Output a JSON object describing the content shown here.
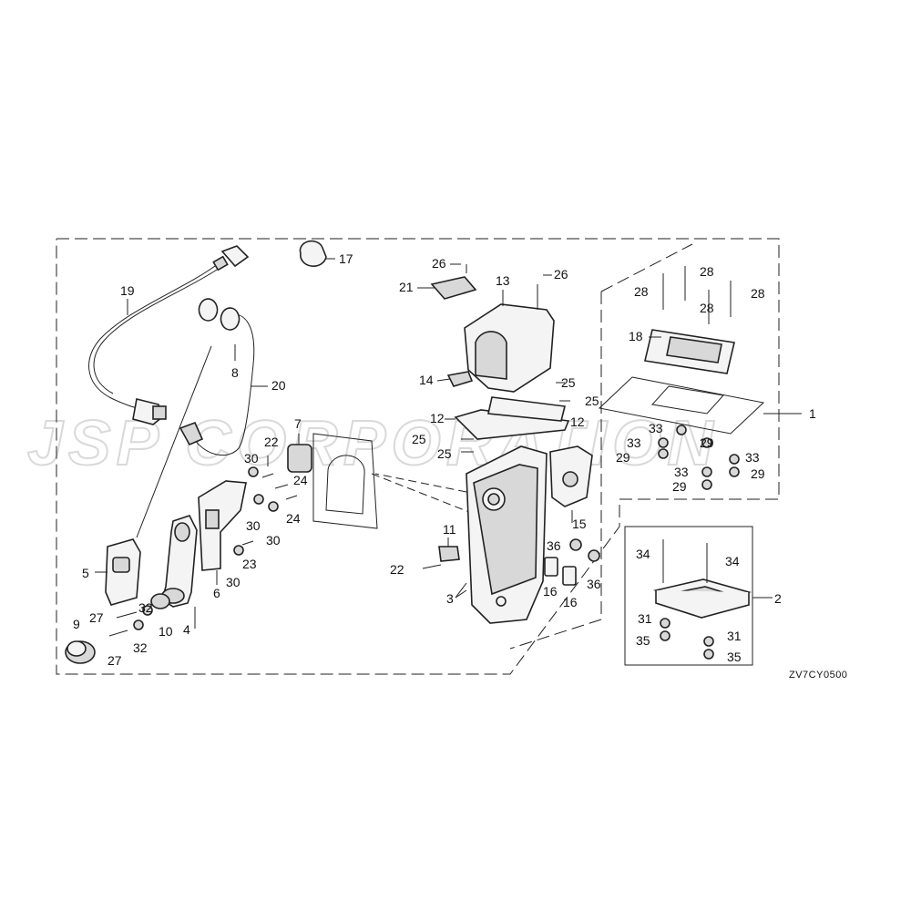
{
  "watermark": "JSP CORPORATION",
  "diagram_code": "ZV7CY0500",
  "labels": [
    "1",
    "2",
    "3",
    "4",
    "5",
    "6",
    "7",
    "8",
    "9",
    "10",
    "11",
    "12",
    "13",
    "14",
    "15",
    "16",
    "17",
    "18",
    "19",
    "20",
    "21",
    "22",
    "23",
    "24",
    "25",
    "26",
    "27",
    "28",
    "29",
    "30",
    "31",
    "32",
    "33",
    "34",
    "35",
    "36"
  ]
}
